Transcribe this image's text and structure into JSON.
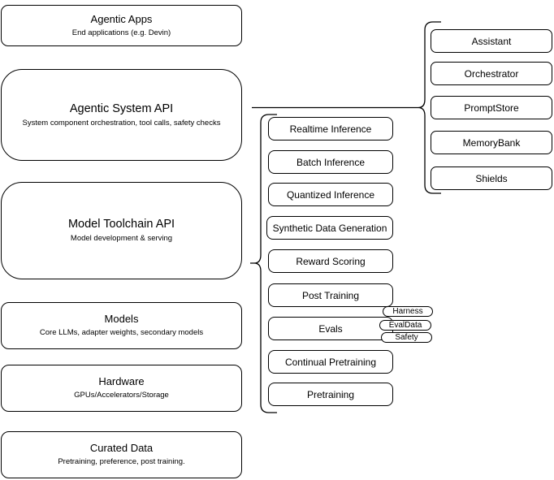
{
  "diagram": {
    "left_column": [
      {
        "title": "Agentic Apps",
        "subtitle": "End applications (e.g. Devin)"
      },
      {
        "title": "Agentic System API",
        "subtitle": "System component orchestration, tool calls, safety checks"
      },
      {
        "title": "Model Toolchain API",
        "subtitle": "Model development & serving"
      },
      {
        "title": "Models",
        "subtitle": "Core LLMs, adapter weights, secondary models"
      },
      {
        "title": "Hardware",
        "subtitle": "GPUs/Accelerators/Storage"
      },
      {
        "title": "Curated Data",
        "subtitle": "Pretraining, preference, post training."
      }
    ],
    "toolchain_items": [
      "Realtime Inference",
      "Batch Inference",
      "Quantized Inference",
      "Synthetic Data Generation",
      "Reward Scoring",
      "Post Training",
      "Evals",
      "Continual Pretraining",
      "Pretraining"
    ],
    "eval_tags": [
      "Harness",
      "EvalData",
      "Safety"
    ],
    "system_components": [
      "Assistant",
      "Orchestrator",
      "PromptStore",
      "MemoryBank",
      "Shields"
    ],
    "colors": {
      "stroke": "#000000",
      "fill": "#ffffff",
      "background": "#ffffff"
    }
  }
}
